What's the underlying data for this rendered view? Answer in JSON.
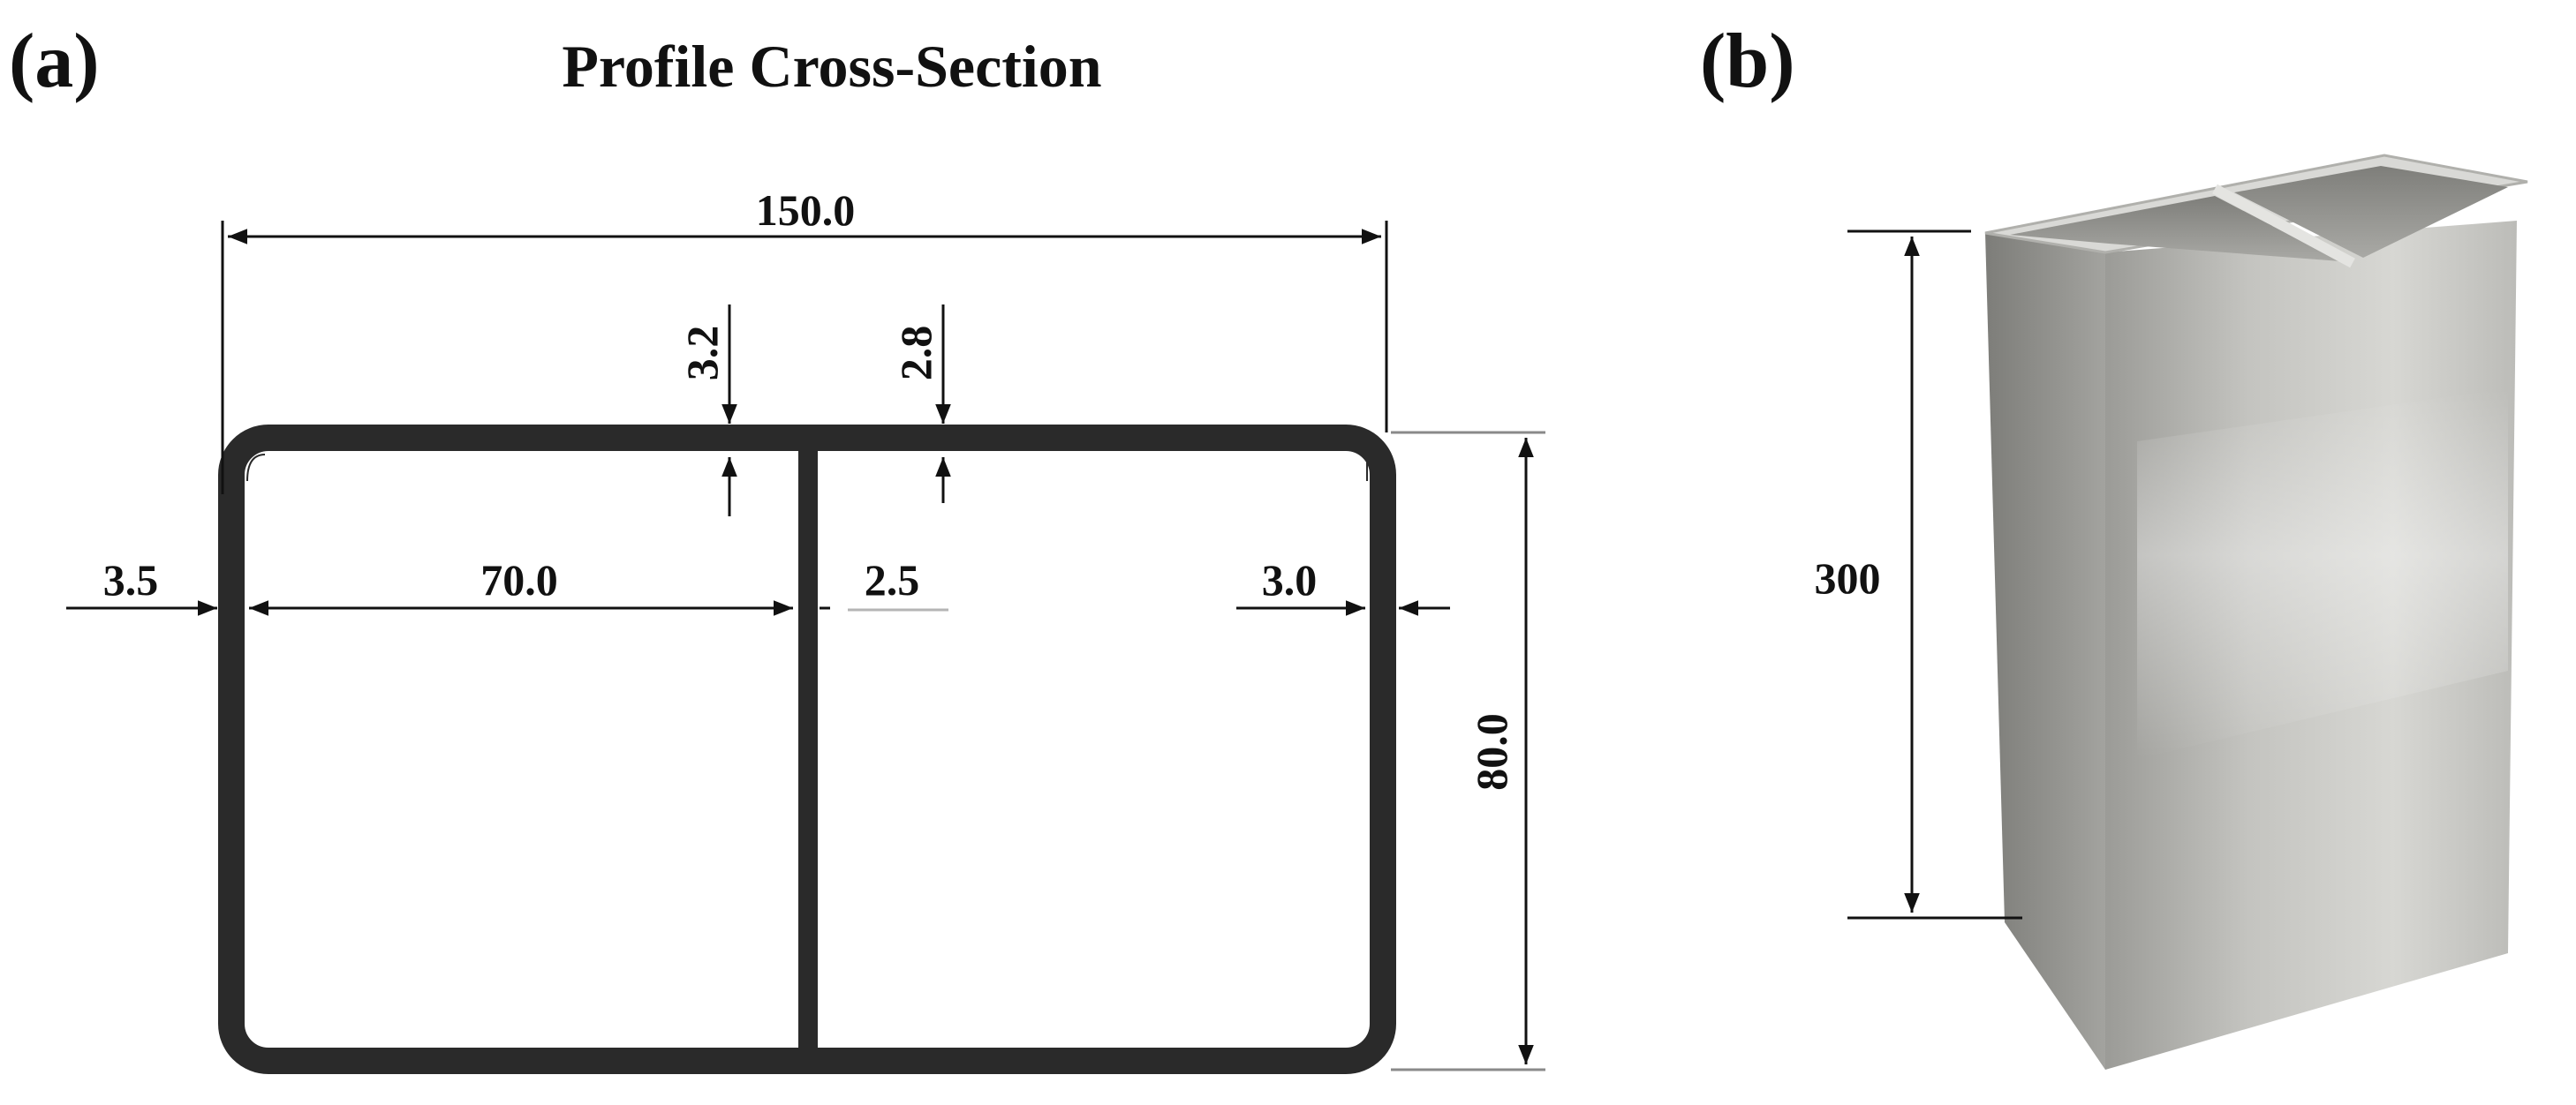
{
  "panel_a": {
    "label": "(a)",
    "title": "Profile Cross-Section",
    "dimensions": {
      "overall_width": "150.0",
      "overall_height": "80.0",
      "top_wall_left": "3.2",
      "top_wall_right": "2.8",
      "left_wall": "3.5",
      "left_cell_width": "70.0",
      "middle_web": "2.5",
      "right_wall": "3.0"
    }
  },
  "panel_b": {
    "label": "(b)",
    "length": "300"
  },
  "colors": {
    "profile_wall": "#2a2a2a",
    "aluminum_light": "#c9c9c5",
    "aluminum_dark": "#8e8e8a",
    "text": "#111111"
  }
}
